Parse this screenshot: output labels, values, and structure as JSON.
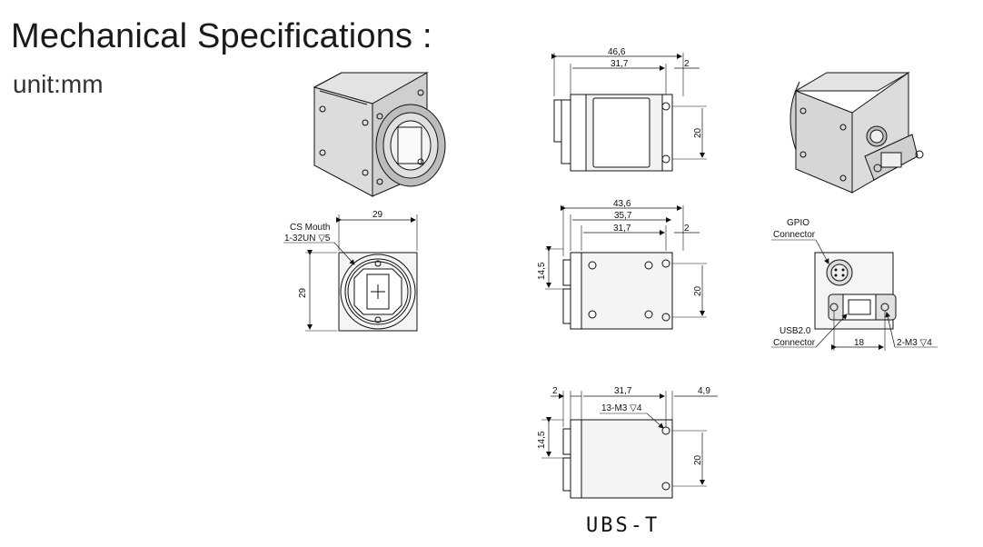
{
  "title": "Mechanical Specifications :",
  "unit": "unit:mm",
  "model": "UBS-T",
  "top_view": {
    "overall": "46,6",
    "body": "31,7",
    "offset": "2",
    "hole_spacing": "20"
  },
  "side_view": {
    "overall": "43,6",
    "length_a": "35,7",
    "length_b": "31,7",
    "offset": "2",
    "height_left": "14,5",
    "hole_spacing": "20"
  },
  "bottom_view": {
    "offset_left": "2",
    "body": "31,7",
    "offset_right": "4,9",
    "thread_note": "13-M3 ▽4",
    "height_left": "14,5",
    "hole_spacing": "20"
  },
  "front_view": {
    "width": "29",
    "height": "29",
    "mount_label_1": "CS Mouth",
    "mount_label_2": "1-32UN ▽5"
  },
  "rear_view": {
    "gpio_1": "GPIO",
    "gpio_2": "Connector",
    "usb_1": "USB2.0",
    "usb_2": "Connector",
    "spacing": "18",
    "thread_note": "2-M3 ▽4"
  }
}
